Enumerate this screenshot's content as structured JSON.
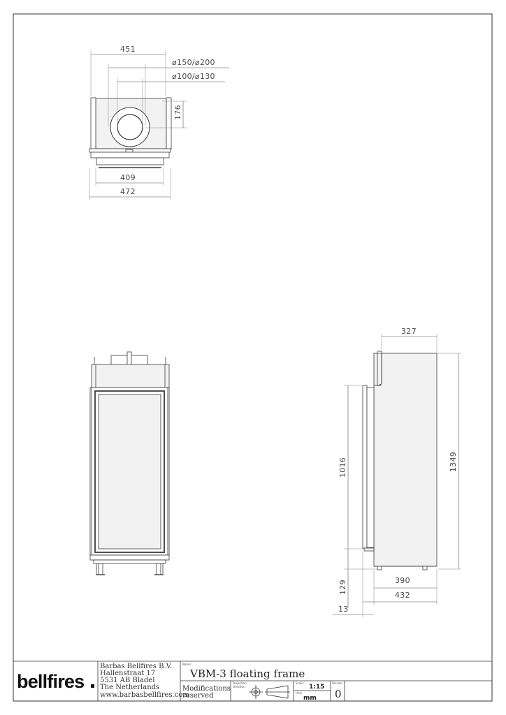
{
  "top_view": {
    "dims": {
      "d_451": "451",
      "d_flue_outer": "ø150/ø200",
      "d_flue_inner": "ø100/ø130",
      "d_176": "176",
      "d_409": "409",
      "d_472": "472"
    }
  },
  "side_view": {
    "dims": {
      "d_327": "327",
      "d_1016": "1016",
      "d_1349": "1349",
      "d_129": "129",
      "d_390": "390",
      "d_432": "432",
      "d_13": "13"
    }
  },
  "title_block": {
    "logo": "bellfires",
    "company": {
      "name": "Barbas Bellfires B.V.",
      "street": "Hallenstraat 17",
      "city": "5531 AB Bladel",
      "country": "The Netherlands",
      "website": "www.barbasbellfires.com"
    },
    "name_caption": "Name:",
    "name_value": "VBM-3 floating frame",
    "modifications_line1": "Modifications",
    "modifications_line2": "reserved",
    "projection_line1": "Projection",
    "projection_line2": "direction",
    "scale_caption": "Scale:",
    "scale_value": "1:15",
    "unit_caption": "Unit:",
    "unit_value": "mm",
    "version_caption": "Version:",
    "version_value": "0"
  }
}
